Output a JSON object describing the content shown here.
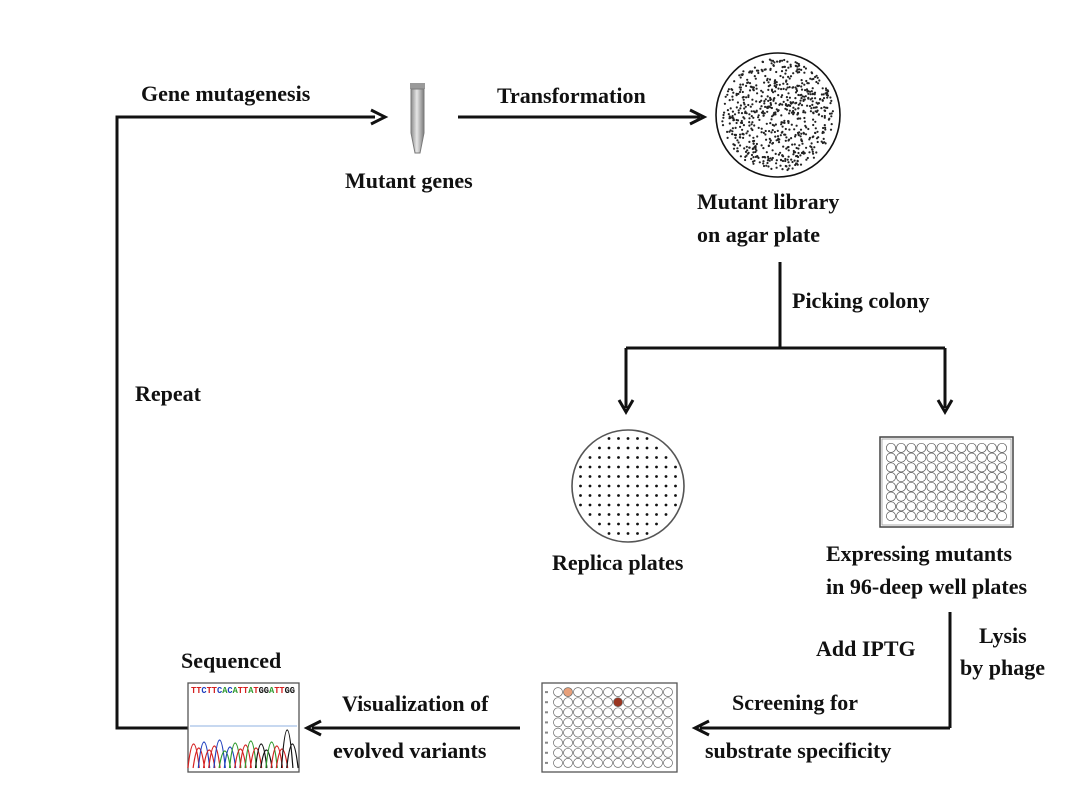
{
  "labels": {
    "gene_mutagenesis": "Gene mutagenesis",
    "transformation": "Transformation",
    "mutant_genes": "Mutant genes",
    "mutant_library_line1": "Mutant library",
    "mutant_library_line2": "on agar plate",
    "picking_colony": "Picking colony",
    "repeat": "Repeat",
    "replica_plates": "Replica plates",
    "expressing_line1": "Expressing mutants",
    "expressing_line2": "in 96-deep well plates",
    "add_iptg": "Add IPTG",
    "lysis_line1": "Lysis",
    "lysis_line2": "by phage",
    "sequenced": "Sequenced",
    "visualization_line1": "Visualization of",
    "visualization_line2": "evolved variants",
    "screening_line1": "Screening for",
    "screening_line2": "substrate specificity"
  },
  "chromatogram": {
    "sequence": "TTCTTCACATTATGGATTGG",
    "base_colors": {
      "A": "#2e9a2e",
      "C": "#1f3fbf",
      "G": "#111111",
      "T": "#d42020"
    }
  },
  "icons": {
    "tube": "microcentrifuge-tube-icon",
    "library_plate": "agar-plate-icon",
    "replica_plate": "replica-plate-icon",
    "deep_well_plate": "96-well-plate-icon",
    "screening_plate": "screening-plate-icon",
    "sequence_trace": "chromatogram-icon"
  },
  "colors": {
    "line": "#111111",
    "hit_orange": "#e8a07a",
    "hit_brown": "#9a3520"
  }
}
